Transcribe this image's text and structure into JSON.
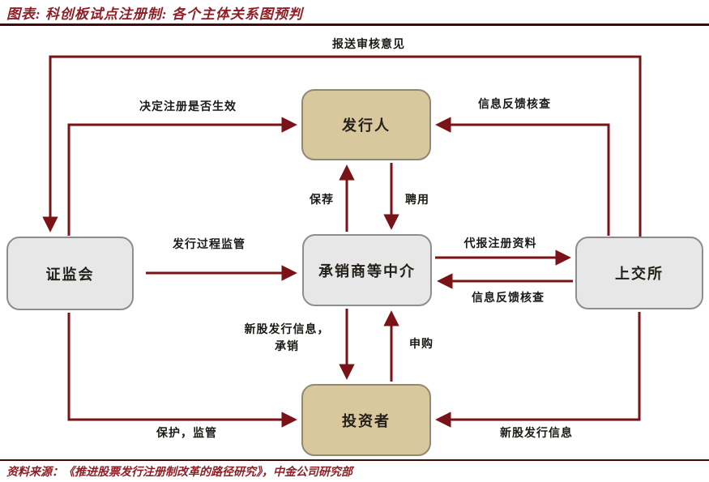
{
  "header": {
    "title": "图表: 科创板试点注册制: 各个主体关系图预判"
  },
  "footer": {
    "source": "资料来源：《推进股票发行注册制改革的路径研究》，中金公司研究部"
  },
  "diagram": {
    "nodes": {
      "issuer": "发行人",
      "csrc": "证监会",
      "underwriter": "承销商等中介",
      "sse": "上交所",
      "investor": "投资者"
    },
    "edges": {
      "submit_review": "报送审核意见",
      "decide_registration": "决定注册是否生效",
      "info_feedback_top": "信息反馈核查",
      "sponsor": "保荐",
      "hire": "聘用",
      "process_supervision": "发行过程监管",
      "submit_registration_materials": "代报注册资料",
      "info_feedback_mid": "信息反馈核查",
      "new_share_info_underwrite": "新股发行信息，\n承销",
      "subscribe": "申购",
      "protect_supervise": "保护，监管",
      "new_share_info": "新股发行信息"
    },
    "colors": {
      "arrow": "#7a1317",
      "title_text": "#8e1f26",
      "rule": "#40090c",
      "node_gray_fill": "#e7e7e7",
      "node_gray_border": "#8d8d8d",
      "node_tan_fill": "#d9c79e",
      "node_tan_border": "#8f8873"
    }
  }
}
